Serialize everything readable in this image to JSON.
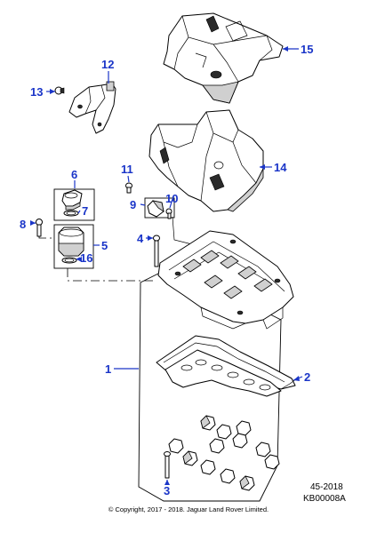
{
  "callouts": {
    "c1": "1",
    "c2": "2",
    "c3": "3",
    "c4": "4",
    "c5": "5",
    "c6": "6",
    "c7": "7",
    "c8": "8",
    "c9": "9",
    "c10": "10",
    "c11": "11",
    "c12": "12",
    "c13": "13",
    "c14": "14",
    "c15": "15",
    "c16": "16"
  },
  "reference": {
    "section": "45-2018",
    "code": "KB00008A"
  },
  "copyright": "© Copyright, 2017 - 2018. Jaguar Land Rover Limited.",
  "colors": {
    "callout": "#1a35c8",
    "line": "#000000"
  }
}
